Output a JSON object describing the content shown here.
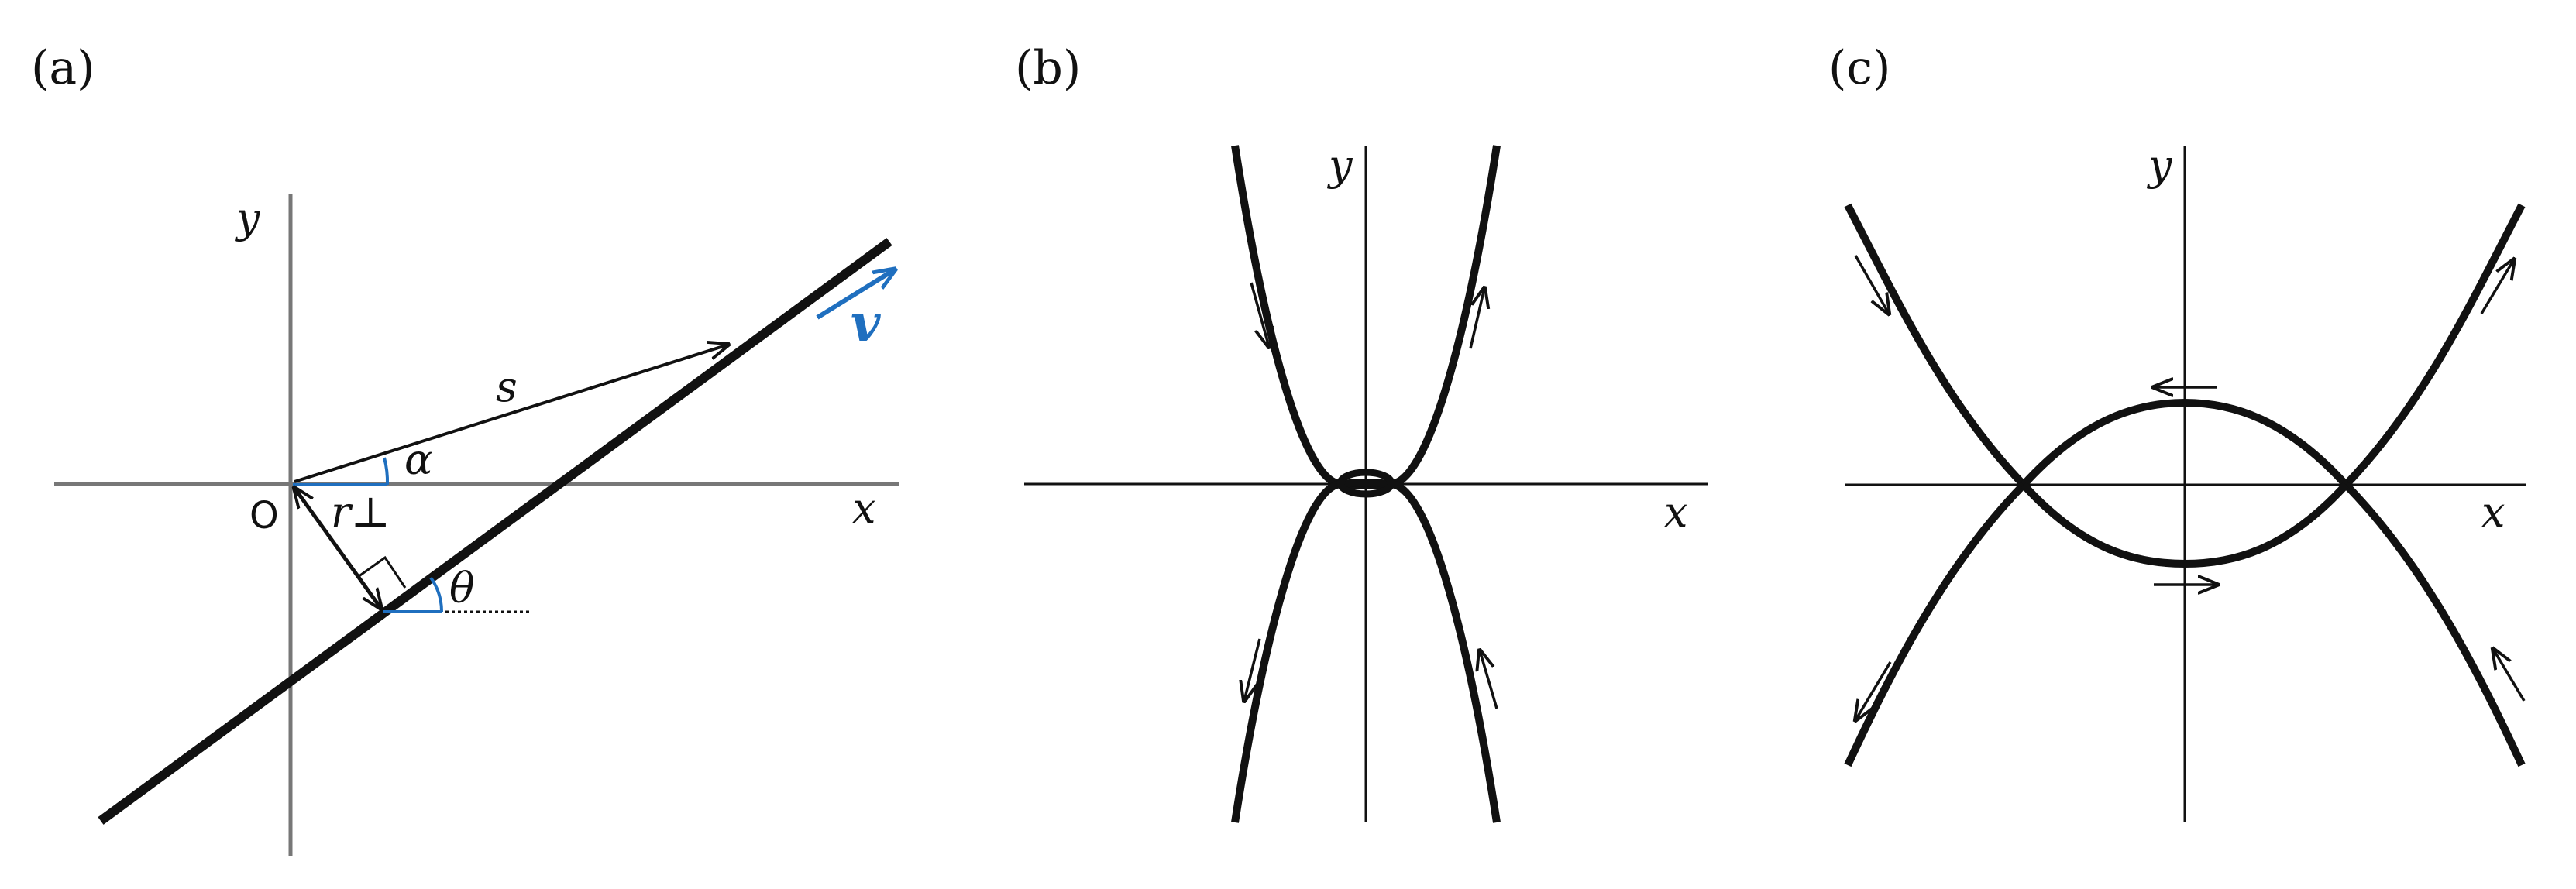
{
  "colors": {
    "ink": "#111111",
    "axis": "#777777",
    "accent": "#1f6fbf"
  },
  "panels": [
    {
      "id": "a",
      "label": "(a)",
      "axis_x": "x",
      "axis_y": "y",
      "origin": "O",
      "labels": {
        "s": "s",
        "alpha": "α",
        "r_perp": "r⊥",
        "theta": "θ",
        "v": "v"
      }
    },
    {
      "id": "b",
      "label": "(b)",
      "axis_x": "x",
      "axis_y": "y"
    },
    {
      "id": "c",
      "label": "(c)",
      "axis_x": "x",
      "axis_y": "y"
    }
  ]
}
